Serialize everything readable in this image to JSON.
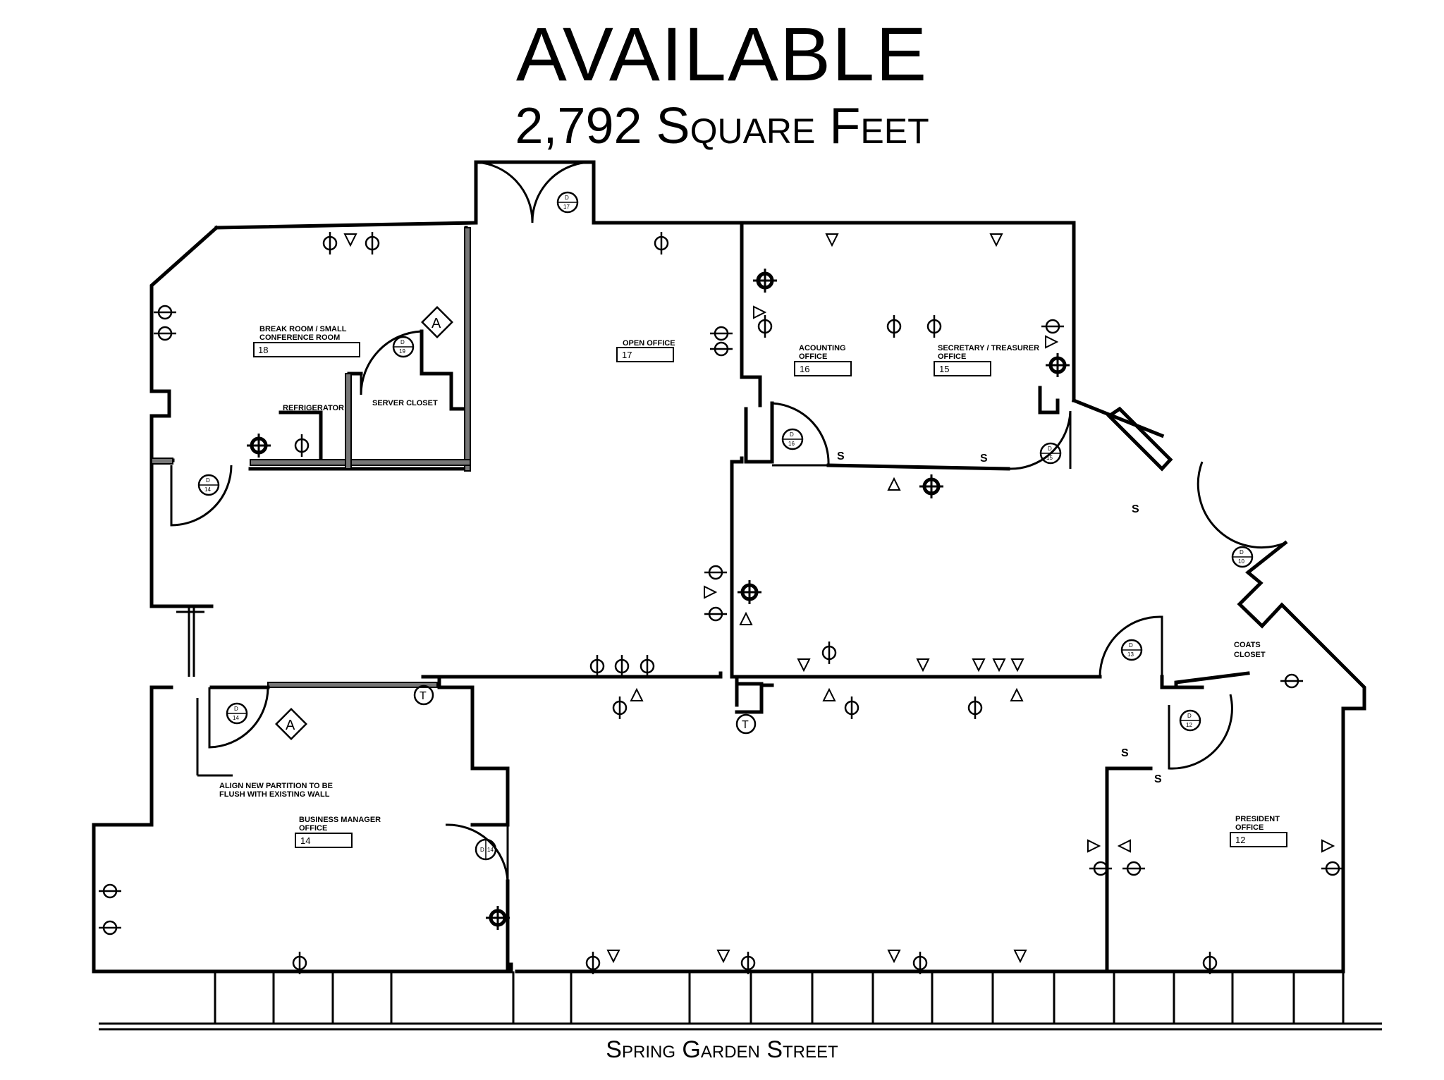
{
  "heading": {
    "title": "AVAILABLE",
    "subtitle": "2,792 Square Feet"
  },
  "street": "Spring Garden Street",
  "rooms": [
    {
      "name": "BREAK ROOM / SMALL CONFERENCE ROOM",
      "number": "18"
    },
    {
      "name": "SERVER CLOSET",
      "number": ""
    },
    {
      "name": "REFRIGERATOR",
      "number": ""
    },
    {
      "name": "OPEN OFFICE",
      "number": "17"
    },
    {
      "name": "ACOUNTING OFFICE",
      "number": "16"
    },
    {
      "name": "SECRETARY / TREASURER OFFICE",
      "number": "15"
    },
    {
      "name": "COATS CLOSET",
      "number": ""
    },
    {
      "name": "BUSINESS MANAGER OFFICE",
      "number": "14"
    },
    {
      "name": "PRESIDENT OFFICE",
      "number": "12"
    }
  ],
  "room_labels": {
    "break_line1": "BREAK ROOM / SMALL",
    "break_line2": "CONFERENCE ROOM",
    "server": "SERVER CLOSET",
    "refrigerator": "REFRIGERATOR",
    "open_office": "OPEN OFFICE",
    "accounting_line1": "ACOUNTING",
    "accounting_line2": "OFFICE",
    "secretary_line1": "SECRETARY / TREASURER",
    "secretary_line2": "OFFICE",
    "coats_line1": "COATS",
    "coats_line2": "CLOSET",
    "business_line1": "BUSINESS MANAGER",
    "business_line2": "OFFICE",
    "president_line1": "PRESIDENT",
    "president_line2": "OFFICE"
  },
  "room_numbers": {
    "break": "18",
    "open": "17",
    "accounting": "16",
    "secretary": "15",
    "business": "14",
    "president": "12"
  },
  "note": {
    "line1": "ALIGN NEW PARTITION TO BE",
    "line2": "FLUSH WITH EXISTING WALL"
  },
  "door_tags": {
    "d17": "17",
    "d19": "19",
    "d14a": "14",
    "d14b": "14",
    "d14c": "14",
    "d16": "16",
    "d15": "15",
    "d10": "10",
    "d13": "13",
    "d12": "12",
    "letter": "D"
  },
  "markers": {
    "a": "A",
    "t": "T",
    "s": "S"
  }
}
